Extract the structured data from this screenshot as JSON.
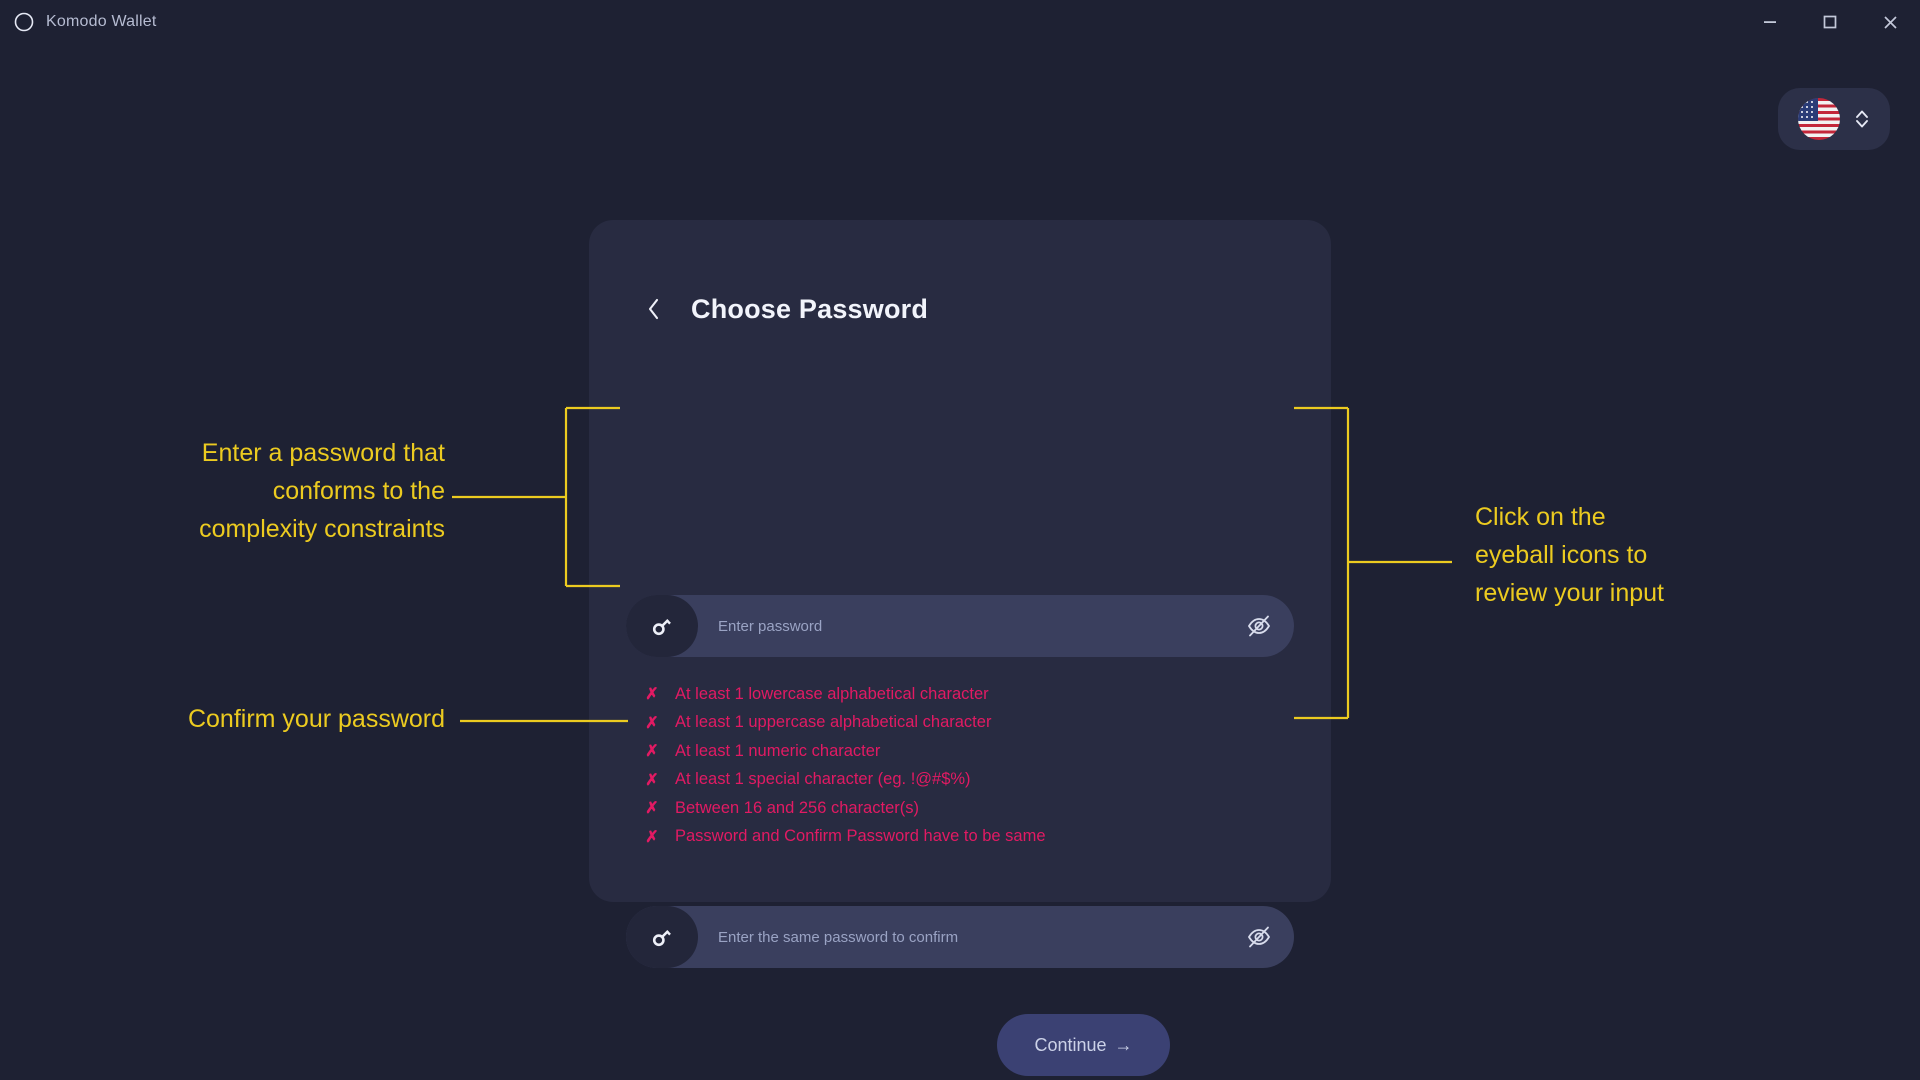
{
  "window": {
    "app_title": "Komodo Wallet",
    "logo_icon": "komodo-logo-icon",
    "controls": {
      "minimize": "minimize-icon",
      "maximize": "maximize-icon",
      "close": "close-icon"
    }
  },
  "language_selector": {
    "flag": "us-flag-icon",
    "selector_icon": "chevron-up-down-icon"
  },
  "card": {
    "back_icon": "chevron-left-icon",
    "title": "Choose Password",
    "password_field": {
      "icon": "key-icon",
      "placeholder": "Enter password",
      "value": "",
      "toggle_icon": "eye-off-icon"
    },
    "confirm_field": {
      "icon": "key-icon",
      "placeholder": "Enter the same password to confirm",
      "value": "",
      "toggle_icon": "eye-off-icon"
    },
    "rules": [
      {
        "status": "fail",
        "marker": "✗",
        "text": "At least 1 lowercase alphabetical character"
      },
      {
        "status": "fail",
        "marker": "✗",
        "text": "At least 1 uppercase alphabetical character"
      },
      {
        "status": "fail",
        "marker": "✗",
        "text": "At least 1 numeric character"
      },
      {
        "status": "fail",
        "marker": "✗",
        "text": "At least 1 special character (eg. !@#$%)"
      },
      {
        "status": "fail",
        "marker": "✗",
        "text": "Between 16 and 256 character(s)"
      },
      {
        "status": "fail",
        "marker": "✗",
        "text": "Password and Confirm Password have to be same"
      }
    ],
    "continue_button": {
      "label": "Continue",
      "arrow": "→"
    }
  },
  "annotations": [
    {
      "id": "password-complexity",
      "text": "Enter a password that\nconforms to the\ncomplexity constraints"
    },
    {
      "id": "confirm-password",
      "text": "Confirm your password"
    },
    {
      "id": "eyeball-icons",
      "text": "Click on the\neyeball icons to\nreview your input"
    }
  ],
  "colors": {
    "page_background": "#1e2133",
    "card_background": "#282b41",
    "field_background": "#3a3f5e",
    "error_text": "#e21a63",
    "annotation": "#eccb20",
    "button_background": "#3b4173"
  }
}
